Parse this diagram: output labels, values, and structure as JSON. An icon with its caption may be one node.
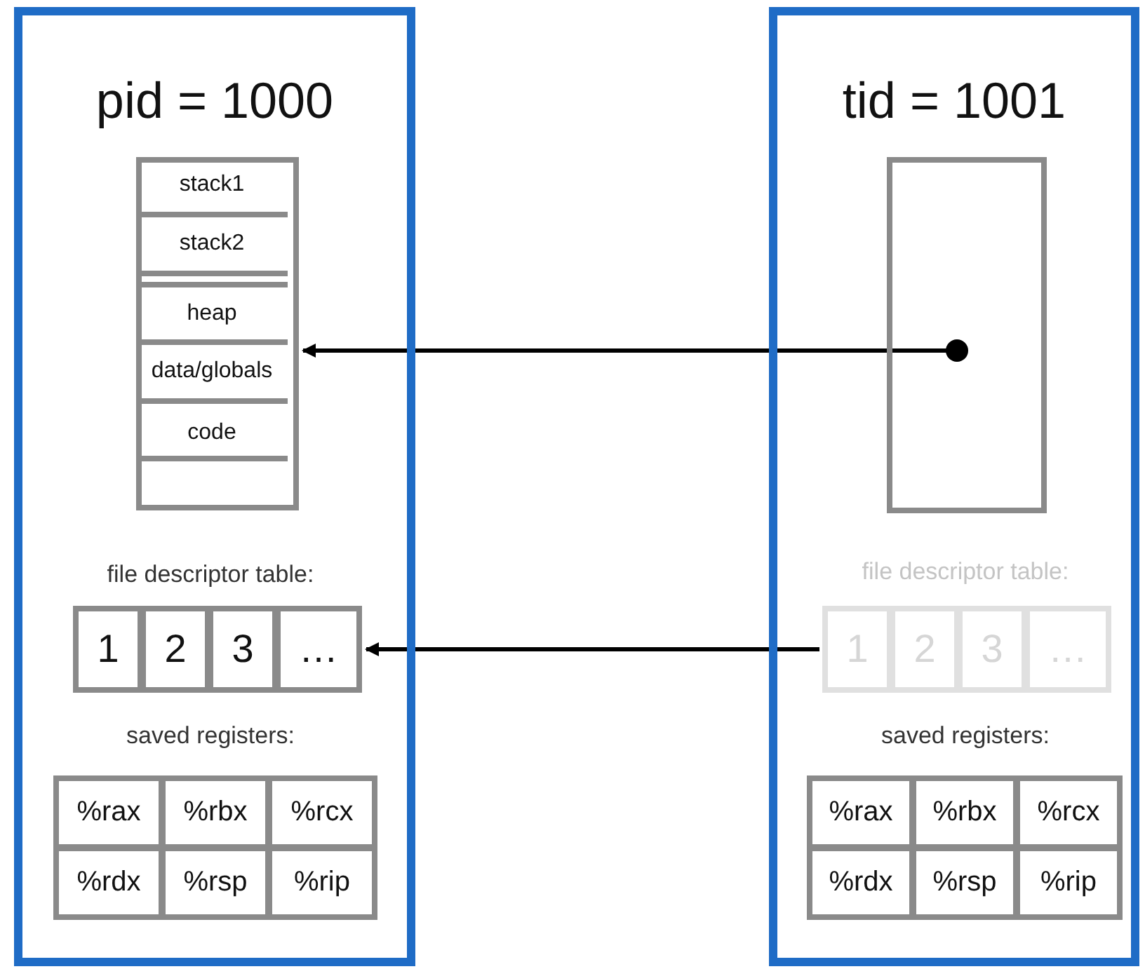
{
  "diagram": {
    "nodes": [
      {
        "text": [
          "pid = 1000"
        ]
      },
      {
        "text": [],
        "shape": "box",
        "in": 0
      },
      {
        "text": [
          "stack1"
        ],
        "in": 1
      },
      {
        "text": [
          "stack2"
        ],
        "in": 1
      },
      {
        "text": [
          "heap"
        ],
        "in": 1
      },
      {
        "text": [
          "data/globals"
        ],
        "in": 1
      },
      {
        "text": [
          "code"
        ],
        "in": 1
      },
      {
        "text": [],
        "shape": "box",
        "in": 1
      },
      {
        "text": [],
        "shape": "box",
        "in": 0
      },
      {
        "text": [
          "1"
        ],
        "in": 8
      },
      {
        "text": [
          "2"
        ],
        "in": 8
      },
      {
        "text": [
          "3"
        ],
        "in": 8
      },
      {
        "text": [
          "…"
        ],
        "in": 8
      },
      {
        "text": [
          "%rax"
        ],
        "in": 0
      },
      {
        "text": [
          "%rbx"
        ],
        "in": 0
      },
      {
        "text": [
          "%rcx"
        ],
        "in": 0
      },
      {
        "text": [
          "%rdx"
        ],
        "in": 0
      },
      {
        "text": [
          "%rsp"
        ],
        "in": 0
      },
      {
        "text": [
          "%rip"
        ],
        "in": 0
      },
      {
        "text": [
          "tid = 1001"
        ]
      },
      {
        "text": [],
        "shape": "box",
        "in": 19
      },
      {
        "text": [],
        "shape": "box",
        "in": 19
      },
      {
        "text": [
          "1"
        ],
        "in": 21
      },
      {
        "text": [
          "2"
        ],
        "in": 21
      },
      {
        "text": [
          "3"
        ],
        "in": 21
      },
      {
        "text": [
          "…"
        ],
        "in": 21
      },
      {
        "text": [
          "%rax"
        ],
        "in": 19
      },
      {
        "text": [
          "%rbx"
        ],
        "in": 19
      },
      {
        "text": [
          "%rcx"
        ],
        "in": 19
      },
      {
        "text": [
          "%rdx"
        ],
        "in": 19
      },
      {
        "text": [
          "%rsp"
        ],
        "in": 19
      },
      {
        "text": [
          "%rip"
        ],
        "in": 19
      }
    ],
    "edges": [
      {
        "from": 20,
        "to": 1,
        "arrow": "to"
      },
      {
        "from": 21,
        "to": 8,
        "arrow": "to"
      }
    ],
    "labels": [
      "file descriptor table:",
      "saved registers:",
      "file descriptor table:",
      "saved registers:"
    ]
  }
}
